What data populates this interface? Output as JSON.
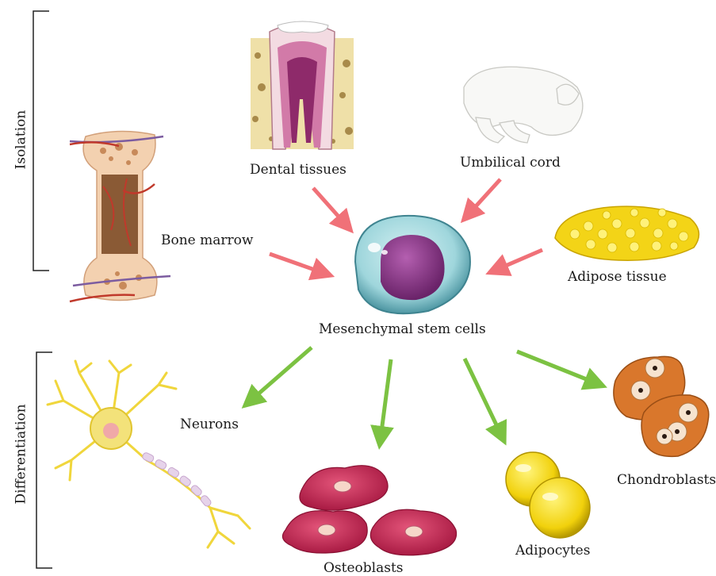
{
  "sections": {
    "isolation": "Isolation",
    "differentiation": "Differentiation"
  },
  "center": {
    "label": "Mesenchymal stem cells"
  },
  "sources": {
    "bone_marrow": "Bone marrow",
    "dental_tissues": "Dental tissues",
    "umbilical_cord": "Umbilical cord",
    "adipose_tissue": "Adipose tissue"
  },
  "lineages": {
    "neurons": "Neurons",
    "osteoblasts": "Osteoblasts",
    "adipocytes": "Adipocytes",
    "chondroblasts": "Chondroblasts"
  },
  "colors": {
    "isolation_arrow": "#f07178",
    "differentiation_arrow": "#7cc242",
    "cell_membrane": "#a8dde3",
    "cell_nucleus": "#8e3a8a",
    "osteoblast": "#c8264e",
    "adipocyte": "#f2d60f",
    "chondroblast": "#d9772c",
    "neuron": "#f4e35a"
  }
}
